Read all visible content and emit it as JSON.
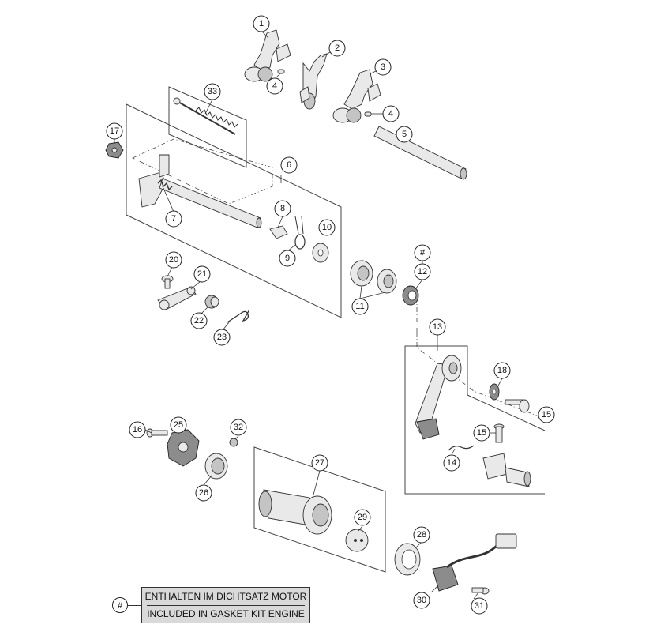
{
  "legend": {
    "symbol": "#",
    "line_de": "ENTHALTEN IM DICHTSATZ MOTOR",
    "line_en": "INCLUDED IN GASKET KIT ENGINE"
  },
  "callouts": [
    {
      "id": "c1",
      "label": "1"
    },
    {
      "id": "c2",
      "label": "2"
    },
    {
      "id": "c3",
      "label": "3"
    },
    {
      "id": "c4a",
      "label": "4"
    },
    {
      "id": "c4b",
      "label": "4"
    },
    {
      "id": "c5",
      "label": "5"
    },
    {
      "id": "c6",
      "label": "6"
    },
    {
      "id": "c7",
      "label": "7"
    },
    {
      "id": "c8",
      "label": "8"
    },
    {
      "id": "c9",
      "label": "9"
    },
    {
      "id": "c10",
      "label": "10"
    },
    {
      "id": "c11",
      "label": "11"
    },
    {
      "id": "c12hash",
      "label": "#"
    },
    {
      "id": "c12",
      "label": "12"
    },
    {
      "id": "c13",
      "label": "13"
    },
    {
      "id": "c14",
      "label": "14"
    },
    {
      "id": "c15",
      "label": "15"
    },
    {
      "id": "c15b",
      "label": "15"
    },
    {
      "id": "c16",
      "label": "16"
    },
    {
      "id": "c17",
      "label": "17"
    },
    {
      "id": "c18",
      "label": "18"
    },
    {
      "id": "c20",
      "label": "20"
    },
    {
      "id": "c21",
      "label": "21"
    },
    {
      "id": "c22",
      "label": "22"
    },
    {
      "id": "c23",
      "label": "23"
    },
    {
      "id": "c25",
      "label": "25"
    },
    {
      "id": "c26",
      "label": "26"
    },
    {
      "id": "c27",
      "label": "27"
    },
    {
      "id": "c28",
      "label": "28"
    },
    {
      "id": "c29",
      "label": "29"
    },
    {
      "id": "c30",
      "label": "30"
    },
    {
      "id": "c31",
      "label": "31"
    },
    {
      "id": "c32",
      "label": "32"
    },
    {
      "id": "c33",
      "label": "33"
    }
  ]
}
